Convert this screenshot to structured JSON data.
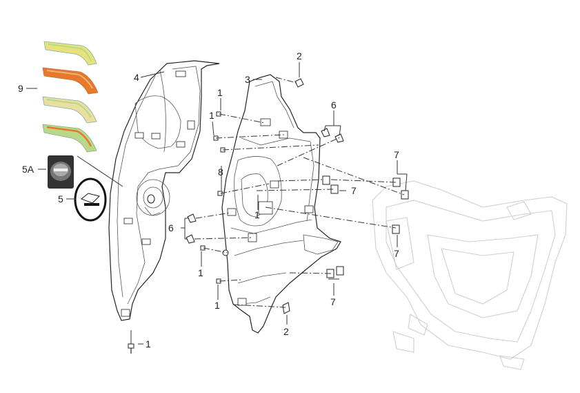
{
  "labels": {
    "part_1": "1",
    "part_2": "2",
    "part_3": "3",
    "part_4": "4",
    "part_5": "5",
    "part_5a": "5A",
    "part_6": "6",
    "part_7": "7",
    "part_8": "8",
    "part_9": "9"
  },
  "colors": {
    "decal_yellow": "#e8e27a",
    "decal_orange": "#e8782a",
    "decal_cream": "#e8dfa0",
    "decal_green": "#b9d98a",
    "line": "#222222",
    "faint": "#cfcfcf"
  },
  "icons": {
    "badge_5a": "emblem-badge-icon",
    "badge_5": "emblem-sticker-icon"
  }
}
